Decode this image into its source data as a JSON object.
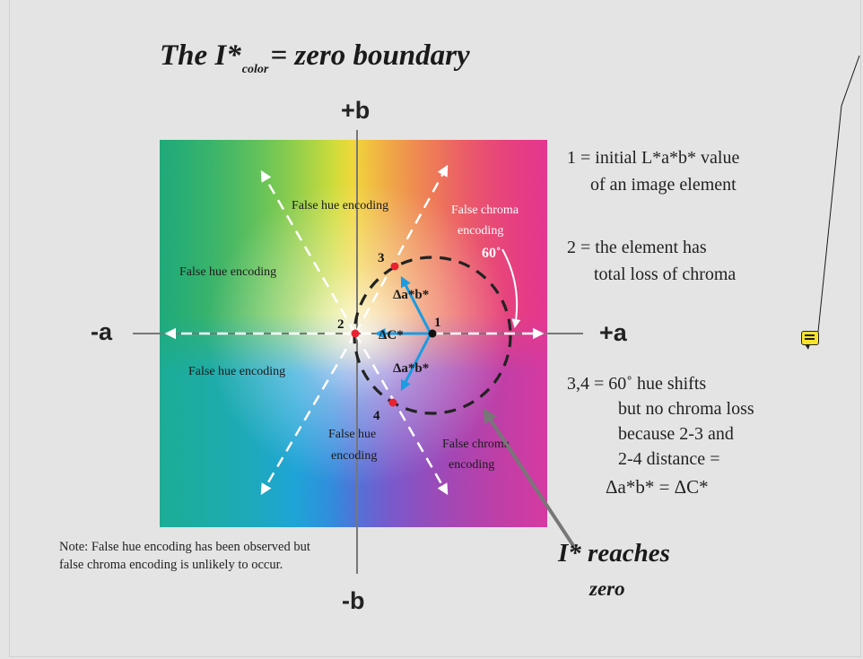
{
  "title": {
    "main": "The I*",
    "subscript": "color",
    "rest": "= zero boundary"
  },
  "axes": {
    "pos_b": "+b",
    "neg_b": "-b",
    "neg_a": "-a",
    "pos_a": "+a"
  },
  "region_labels": {
    "top_hue": "False hue encoding",
    "left_hue_upper": "False hue encoding",
    "left_hue_lower": "False hue encoding",
    "bottom_hue_1": "False hue",
    "bottom_hue_2": "encoding",
    "top_chroma_1": "False chroma",
    "top_chroma_2": "encoding",
    "bottom_chroma_1": "False chroma",
    "bottom_chroma_2": "encoding"
  },
  "angle_label": "60˚",
  "point_labels": {
    "p1": "1",
    "p2": "2",
    "p3": "3",
    "p4": "4"
  },
  "vector_labels": {
    "upper": "Δa*b*",
    "middle": "ΔC*",
    "lower": "Δa*b*"
  },
  "legend": {
    "item1_line1": "1 = initial L*a*b* value",
    "item1_line2": "of an image element",
    "item2_line1": "2 = the element has",
    "item2_line2": "total loss of chroma",
    "item3_line1": "3,4 = 60˚ hue shifts",
    "item3_line2": "but no chroma loss",
    "item3_line3": "because 2-3 and",
    "item3_line4": "2-4 distance =",
    "item3_line5": "Δa*b* = ΔC*"
  },
  "note": "Note: False hue encoding has been observed but false chroma encoding is unlikely to occur.",
  "callout": {
    "line1": "I* reaches",
    "line2": "zero"
  },
  "colors": {
    "blue_arrow": "#1b9ce0",
    "red_point": "#e8232f",
    "dash_circle": "#222222"
  }
}
